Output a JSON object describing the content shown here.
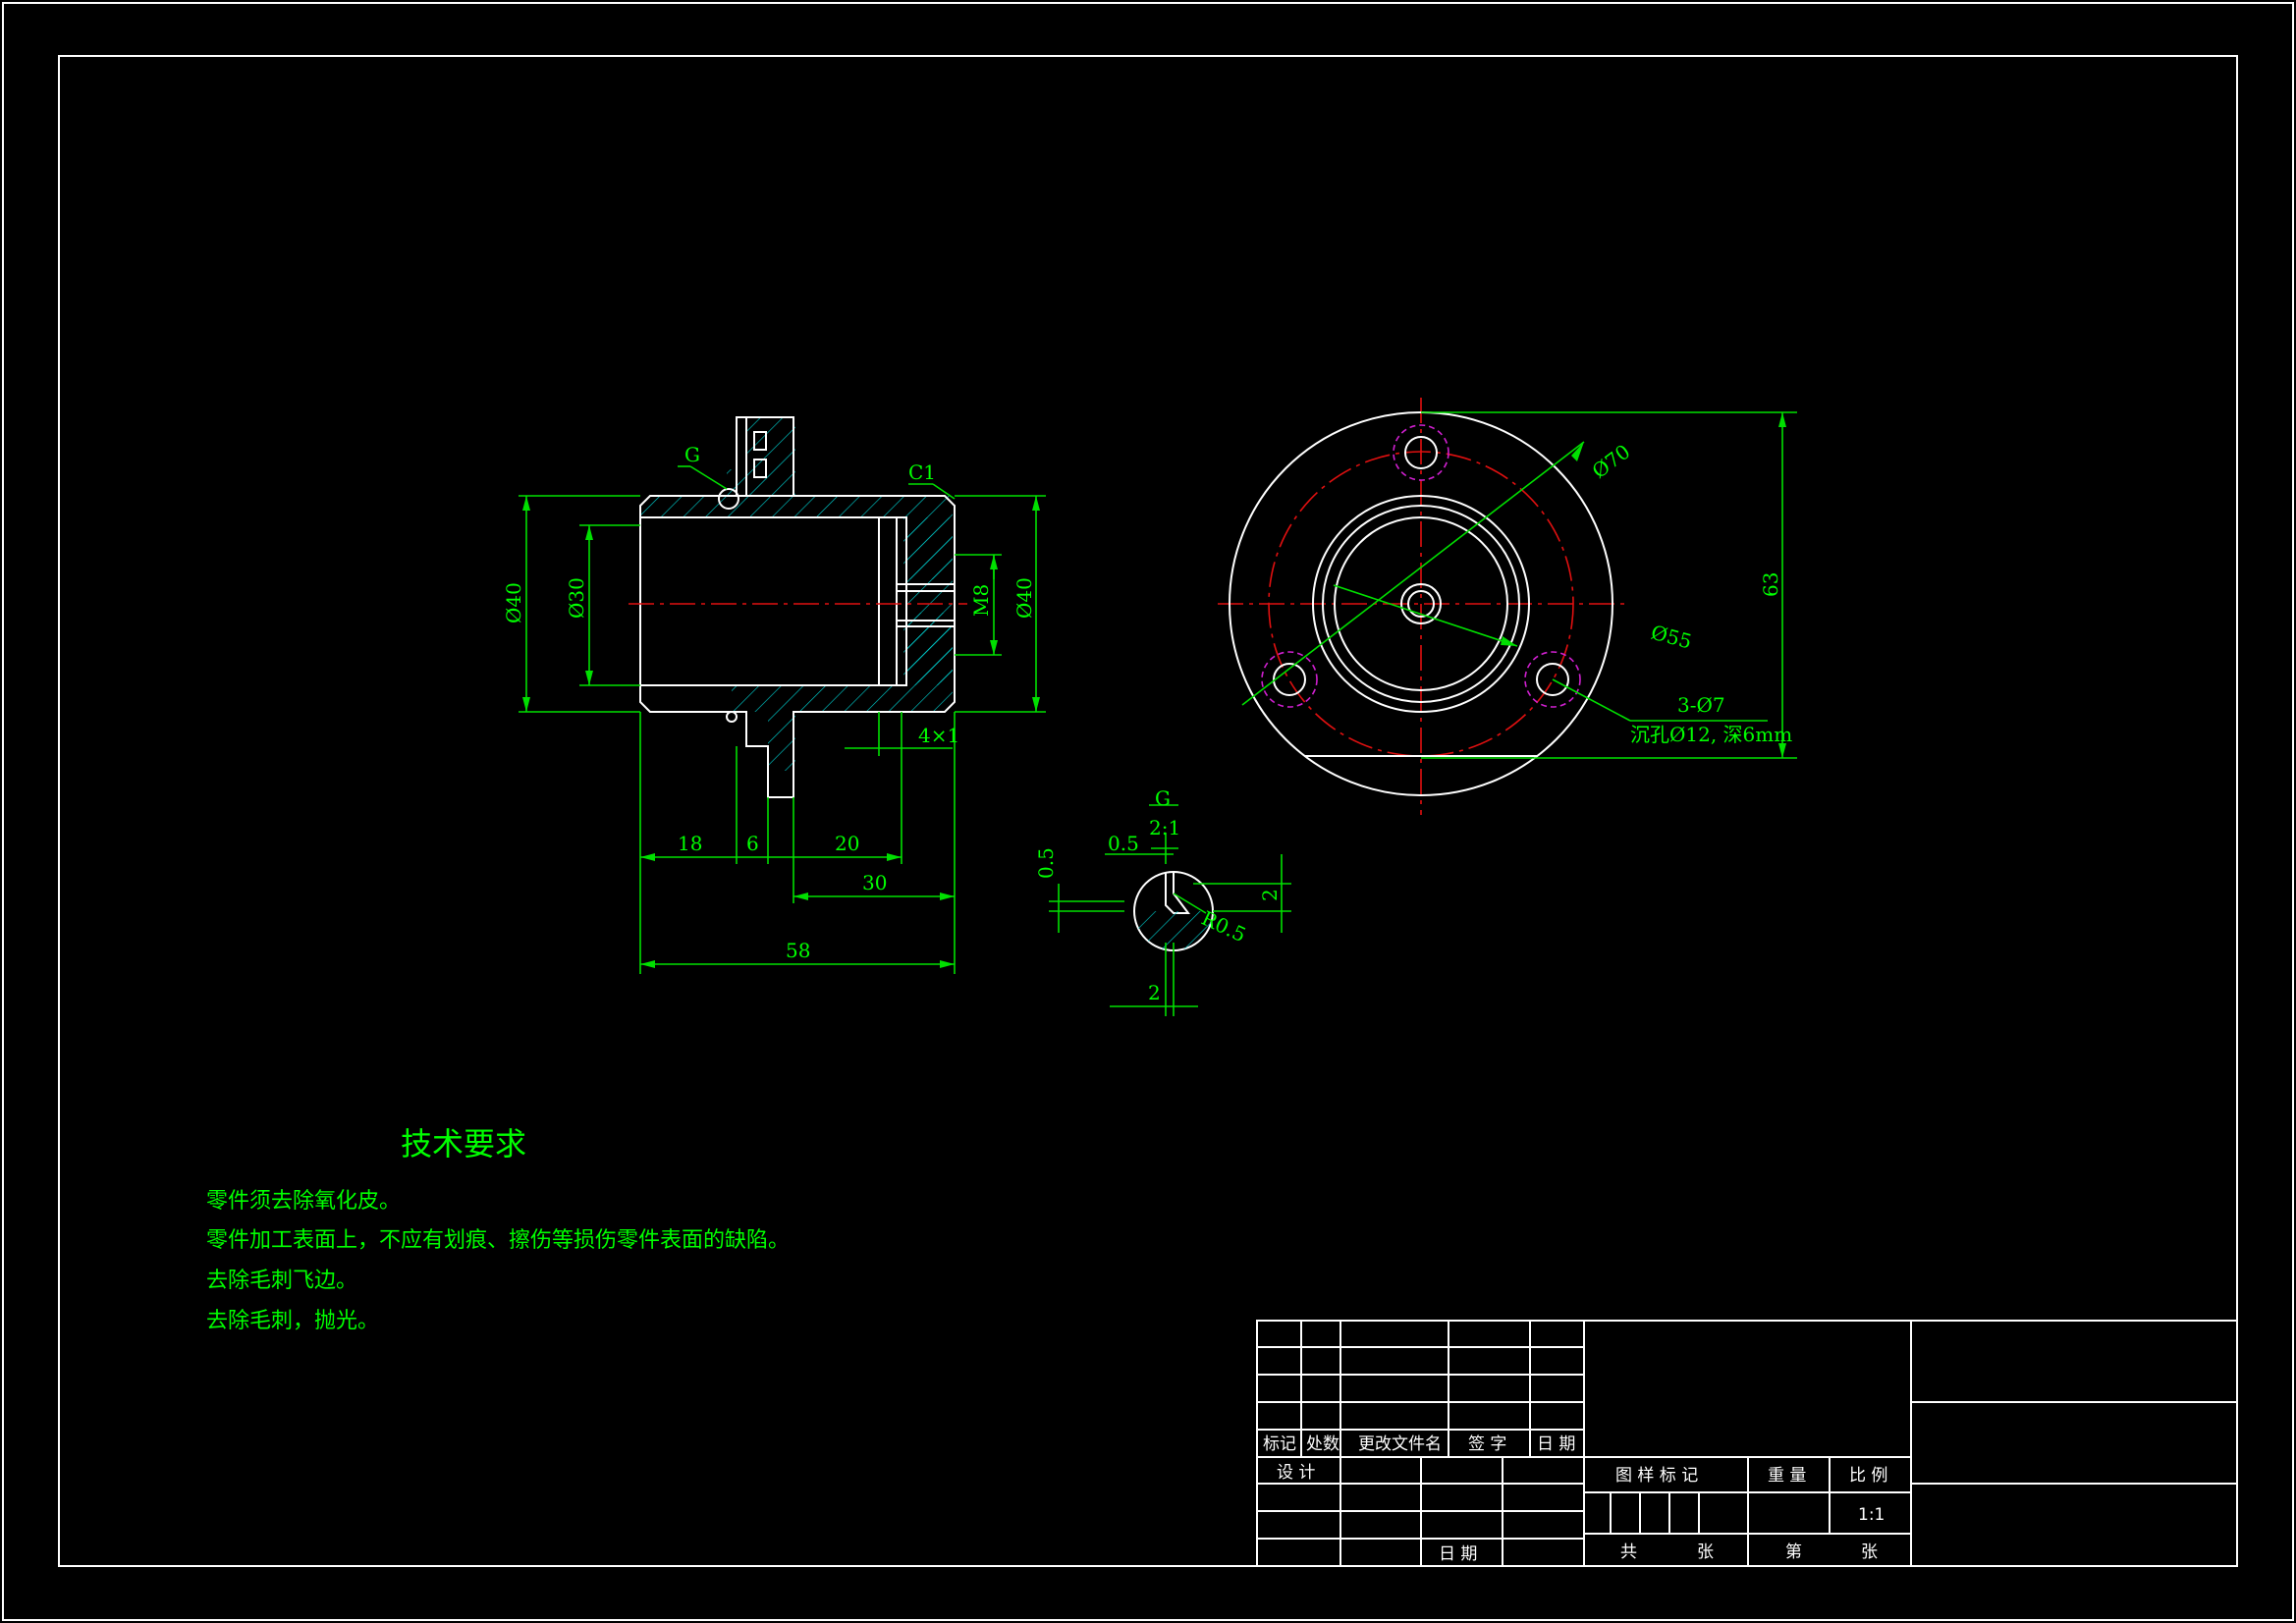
{
  "drawing": {
    "section_view": {
      "labels": {
        "detail_marker": "G",
        "chamfer": "C1",
        "dia_outer_left": "Ø40",
        "dia_bore": "Ø30",
        "thread": "M8",
        "dia_outer_right": "Ø40",
        "groove": "4×1",
        "dim_18": "18",
        "dim_6": "6",
        "dim_20": "20",
        "dim_30": "30",
        "dim_58": "58"
      }
    },
    "end_view": {
      "labels": {
        "dia_70": "Ø70",
        "dia_55": "Ø55",
        "height_63": "63",
        "holes": "3-Ø7",
        "counterbore": "沉孔Ø12, 深6mm"
      }
    },
    "detail_view": {
      "labels": {
        "name": "G",
        "scale": "2:1",
        "dim_05_top": "0.5",
        "dim_05_side": "0.5",
        "dim_2_right": "2",
        "radius": "R0.5",
        "dim_2_bottom": "2"
      }
    },
    "tech_requirements": {
      "title": "技术要求",
      "items": [
        "零件须去除氧化皮。",
        "零件加工表面上，不应有划痕、擦伤等损伤零件表面的缺陷。",
        "去除毛刺飞边。",
        "去除毛刺，抛光。"
      ]
    },
    "title_block": {
      "mark": "标记",
      "count": "处数",
      "change_doc": "更改文件名",
      "signature": "签 字",
      "date": "日 期",
      "design": "设 计",
      "date2": "日 期",
      "sample_mark": "图 样 标 记",
      "weight": "重 量",
      "scale_label": "比 例",
      "scale_value": "1:1",
      "total": "共",
      "sheets": "张",
      "sheet_no": "第",
      "sheets2": "张"
    }
  }
}
